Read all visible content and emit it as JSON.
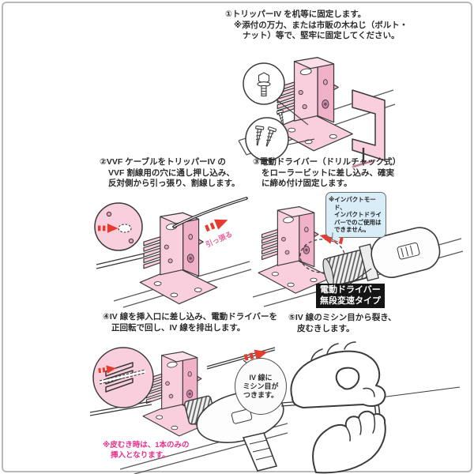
{
  "document": {
    "type": "instruction-diagram",
    "product_name": "トリッパーIV",
    "background": "#ffffff",
    "frame_color": "#b9b9b9"
  },
  "colors": {
    "tool_pink": "#f9cedd",
    "tool_pink_dark": "#f1b2c9",
    "tool_pink_light": "#fbdfe9",
    "outline": "#3a3a3a",
    "arrow_red": "#e63c2f",
    "warning_box_bg": "#d9edf8",
    "magenta_text": "#ea2d8a",
    "driver_label_bg": "#151515",
    "driver_label_text": "#ffffff"
  },
  "steps": {
    "step1": {
      "title": "①トリッパーIV を机等に固定します。",
      "note": "※添付の万力、または市販の木ねじ（ボルト・\nナット）等で、堅牢に固定してください。"
    },
    "step2": {
      "title": "②VVF ケーブルをトリッパーIV の\nVVF 割線用の穴に通し押し込み、\n反対側から引っ張り、割線します。",
      "pull_label": "引っ張る"
    },
    "step3": {
      "title": "③電動ドライバー（ドリルチャック式）\nをローラービットに差し込み、確実\nに締め付け固定します。",
      "warning_note": "※インパクトモード、\nインパクトドライ\nバーでのご使用は\nできません。",
      "driver_label": "電動ドライバー\n無段変速タイプ"
    },
    "step4": {
      "title": "④IV 線を挿入口に差し込み、電動ドライバーを\n正回転で回し、IV 線を排出します。",
      "perforation_callout": "IV 線に\nミシン目が\nつきます。",
      "strip_note": "※皮むき時は、1本のみの\n挿入となります。"
    },
    "step5": {
      "title": "⑤IV 線のミシン目から裂き、\n皮むきします。"
    }
  }
}
